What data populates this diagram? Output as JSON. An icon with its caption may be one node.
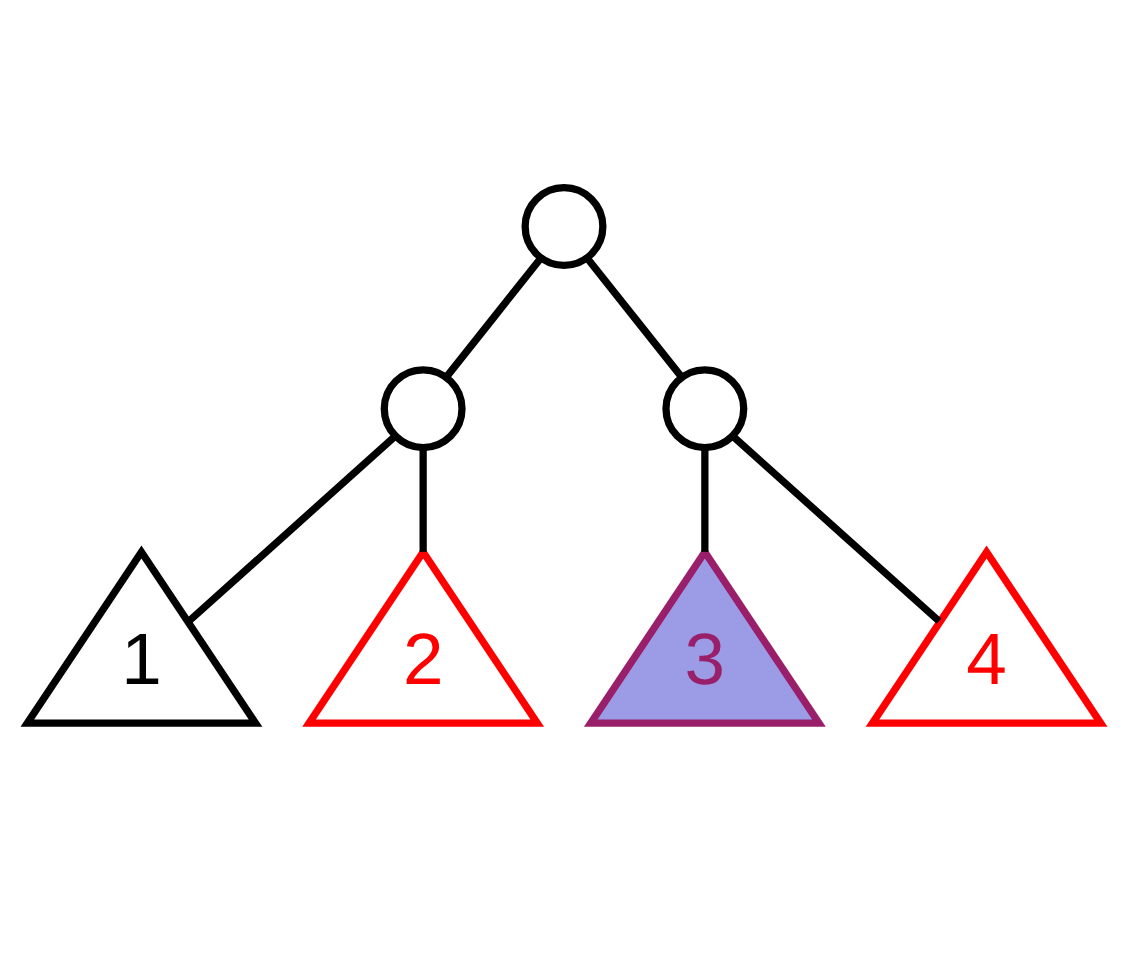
{
  "diagram": {
    "nodes": [
      {
        "text": [],
        "shape": "circle"
      },
      {
        "text": [],
        "shape": "circle"
      },
      {
        "text": [],
        "shape": "circle"
      },
      {
        "text": [
          "1"
        ]
      },
      {
        "text": [
          "2"
        ]
      },
      {
        "text": [
          "3"
        ]
      },
      {
        "text": [
          "4"
        ]
      }
    ],
    "edges": [
      {
        "from": 0,
        "to": 1,
        "arrow": "none"
      },
      {
        "from": 0,
        "to": 2,
        "arrow": "none"
      },
      {
        "from": 1,
        "to": 3,
        "arrow": "none"
      },
      {
        "from": 1,
        "to": 4,
        "arrow": "none"
      },
      {
        "from": 2,
        "to": 5,
        "arrow": "none"
      },
      {
        "from": 2,
        "to": 6,
        "arrow": "none"
      }
    ]
  }
}
